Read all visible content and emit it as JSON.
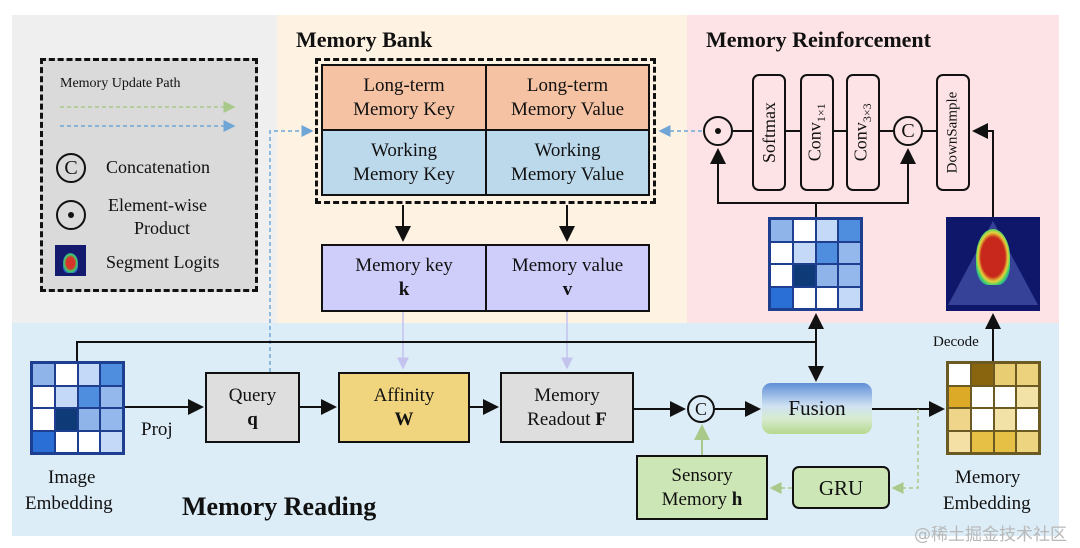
{
  "regions": {
    "legend_bg": "#efefef",
    "memory_bank": {
      "title": "Memory Bank",
      "bg": "#fef2e2"
    },
    "memory_reinforcement": {
      "title": "Memory Reinforcement",
      "bg": "#fde3e6"
    },
    "memory_reading": {
      "title": "Memory Reading",
      "bg": "#dcedf8"
    }
  },
  "legend": {
    "path_label": "Memory Update Path",
    "green_path_color": "#a9c98a",
    "blue_path_color": "#7fb0d9",
    "items": [
      {
        "symbol": "C",
        "icon": "concatenation-icon",
        "label": "Concatenation"
      },
      {
        "symbol": "⊙",
        "icon": "element-wise-product-icon",
        "label_line1": "Element-wise",
        "label_line2": "Product"
      },
      {
        "icon": "segment-logits-icon",
        "label": "Segment Logits"
      }
    ]
  },
  "memory_bank": {
    "cells": [
      {
        "line1": "Long-term",
        "line2": "Memory Key",
        "color": "#f5c3a3"
      },
      {
        "line1": "Long-term",
        "line2": "Memory Value",
        "color": "#f5c3a3"
      },
      {
        "line1": "Working",
        "line2": "Memory Key",
        "color": "#bcd9ec"
      },
      {
        "line1": "Working",
        "line2": "Memory Value",
        "color": "#bcd9ec"
      }
    ],
    "outputs": [
      {
        "line1": "Memory key",
        "symbol": "k",
        "color": "#cfcdfa"
      },
      {
        "line1": "Memory value",
        "symbol": "v",
        "color": "#cfcdfa"
      }
    ]
  },
  "reinforcement": {
    "blocks": [
      {
        "label": "Softmax"
      },
      {
        "label": "Conv",
        "sub": "1×1"
      },
      {
        "label": "Conv",
        "sub": "3×3"
      },
      {
        "label": "DownSample"
      }
    ],
    "concat_symbol": "C"
  },
  "reading": {
    "image_embedding": {
      "line1": "Image",
      "line2": "Embedding"
    },
    "proj_label": "Proj",
    "query": {
      "line1": "Query",
      "symbol": "q",
      "color": "#dedede"
    },
    "affinity": {
      "line1": "Affinity",
      "symbol": "W",
      "color": "#f0d47e"
    },
    "readout": {
      "line1": "Memory",
      "line2": "Readout",
      "symbol": "F",
      "color": "#dedede"
    },
    "concat_symbol": "C",
    "fusion": {
      "label": "Fusion"
    },
    "sensory": {
      "line1": "Sensory",
      "line2": "Memory",
      "symbol": "h",
      "color": "#cde6b5"
    },
    "gru": {
      "label": "GRU",
      "color": "#cde6b5"
    },
    "decode_label": "Decode",
    "memory_embedding": {
      "line1": "Memory",
      "line2": "Embedding"
    }
  },
  "heatmaps": {
    "blue": [
      "#8fb4ea",
      "#ffffff",
      "#c4d9f7",
      "#4f8ddf",
      "#ffffff",
      "#c4d9f7",
      "#4f8ddf",
      "#95b8ec",
      "#ffffff",
      "#0e3a78",
      "#8fb4ea",
      "#95b8ec",
      "#2a6fd6",
      "#ffffff",
      "#ffffff",
      "#c4d9f7"
    ],
    "gold": [
      "#ffffff",
      "#8a6510",
      "#e9cd72",
      "#edd27e",
      "#ddaa28",
      "#ffffff",
      "#ffffff",
      "#f3e2a8",
      "#eed58a",
      "#ffffff",
      "#f3e2a8",
      "#ffffff",
      "#f4e0a5",
      "#e6bf45",
      "#e6bf45",
      "#edd480"
    ]
  },
  "watermark": "@稀土掘金技术社区"
}
